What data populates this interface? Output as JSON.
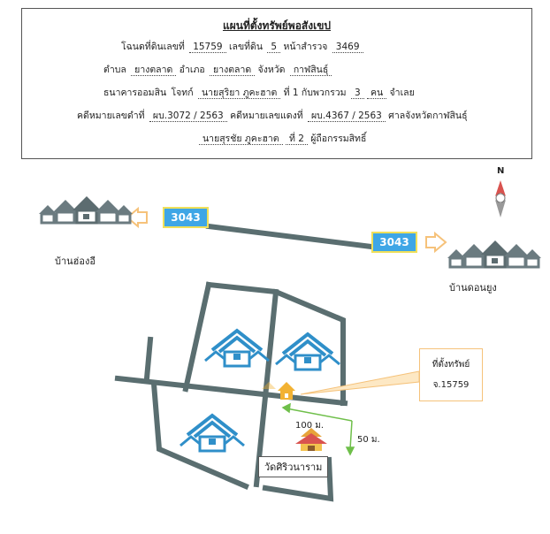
{
  "header": {
    "title": "แผนที่ตั้งทรัพย์พอสังเขป",
    "line1": {
      "deed_label": "โฉนดที่ดินเลขที่",
      "deed_no": "15759",
      "land_label": "เลขที่ดิน",
      "land_no": "5",
      "survey_label": "หน้าสำรวจ",
      "survey_no": "3469"
    },
    "line2": {
      "subdistrict_label": "ตำบล",
      "subdistrict": "ยางตลาด",
      "district_label": "อำเภอ",
      "district": "ยางตลาด",
      "province_label": "จังหวัด",
      "province": "กาฬสินธุ์"
    },
    "line3": {
      "plaintiff": "ธนาคารออมสิน",
      "plaintiff_label": "โจทก์",
      "defendant": "นายสุริยา ภูคะฮาต",
      "defendant_no": "ที่ 1 กับพวกรวม",
      "count": "3",
      "count_unit": "คน",
      "defendant_label": "จำเลย"
    },
    "line4": {
      "black_case_label": "คดีหมายเลขดำที่",
      "black_case": "ผบ.3072 / 2563",
      "red_case_label": "คดีหมายเลขแดงที่",
      "red_case": "ผบ.4367 / 2563",
      "court": "ศาลจังหวัดกาฬสินธุ์"
    },
    "line5": {
      "owner": "นายสุรชัย ภูคะฮาต",
      "owner_no": "ที่ 2",
      "owner_label": "ผู้ถือกรรมสิทธิ์"
    }
  },
  "map": {
    "north_label": "N",
    "road_badge_left": "3043",
    "road_badge_right": "3043",
    "village_left": "บ้านฮ่องอี",
    "village_right": "บ้านดอนยูง",
    "property_callout": {
      "line1": "ที่ตั้งทรัพย์",
      "line2": "จ.15759"
    },
    "temple": "วัดศิริวนาราม",
    "distance_horizontal": "100 ม.",
    "distance_vertical": "50 ม.",
    "colors": {
      "road": "#5a6e70",
      "badge": "#3ea6e6",
      "house_icon": "#2f8fc9",
      "property_icon": "#f2b233",
      "arrow": "#f6c27a",
      "distance_line": "#6fbf4a"
    }
  }
}
